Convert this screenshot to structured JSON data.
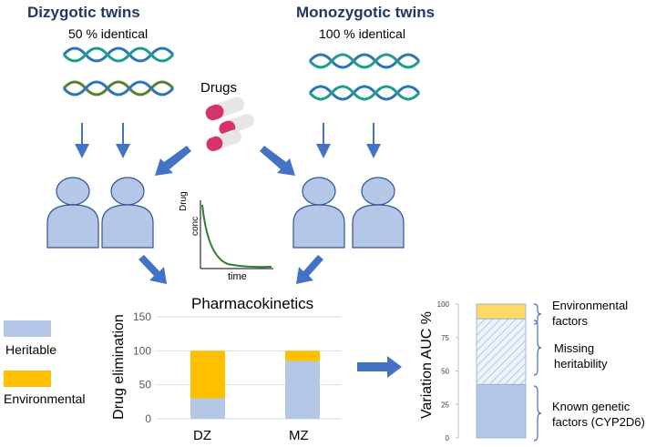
{
  "twins": {
    "dz_title": "Dizygotic twins",
    "dz_sub": "50 % identical",
    "mz_title": "Monozygotic twins",
    "mz_sub": "100 % identical"
  },
  "drugs_label": "Drugs",
  "pk_inset": {
    "ylabel_line1": "Drug",
    "ylabel_line2": "conc",
    "xlabel": "time"
  },
  "pk_title": "Pharmacokinetics",
  "legend": [
    {
      "label": "Heritable",
      "color": "#b4c7e7"
    },
    {
      "label": "Environmental",
      "color": "#ffc000"
    }
  ],
  "right_labels": [
    "Environmental",
    "factors",
    "Missing",
    "heritability",
    "Known genetic",
    "factors (CYP2D6)"
  ],
  "colors": {
    "dna_blue": "#2e75b6",
    "dna_teal": "#1f9e89",
    "dna_green": "#548235",
    "person": "#b4c7e7",
    "person_edge": "#2f5597",
    "arrow": "#4472c4",
    "env": "#ffc000",
    "missing_fill": "#dae3f3",
    "pill_red": "#d6336c"
  },
  "chart_data": [
    {
      "type": "bar",
      "stacked": true,
      "title": "Pharmacokinetics",
      "categories": [
        "DZ",
        "MZ"
      ],
      "series": [
        {
          "name": "Heritable",
          "values": [
            30,
            85
          ],
          "color": "#b4c7e7"
        },
        {
          "name": "Environmental",
          "values": [
            70,
            15
          ],
          "color": "#ffc000"
        }
      ],
      "xlabel": "",
      "ylabel": "Drug elimination",
      "ylim": [
        0,
        150
      ],
      "yticks": [
        "0",
        "50",
        "100",
        "150"
      ],
      "grid": true
    },
    {
      "type": "bar",
      "stacked": true,
      "categories": [
        ""
      ],
      "series": [
        {
          "name": "Known genetic factors (CYP2D6)",
          "values": [
            40
          ],
          "color": "#b4c7e7"
        },
        {
          "name": "Missing heritability",
          "values": [
            49
          ],
          "color": "#dae3f3"
        },
        {
          "name": "Environmental factors",
          "values": [
            11
          ],
          "color": "#ffd966"
        }
      ],
      "ylabel": "Variation AUC %",
      "ylim": [
        0,
        100
      ],
      "yticks": [
        "0",
        "25",
        "50",
        "75",
        "100"
      ],
      "grid": false
    }
  ]
}
